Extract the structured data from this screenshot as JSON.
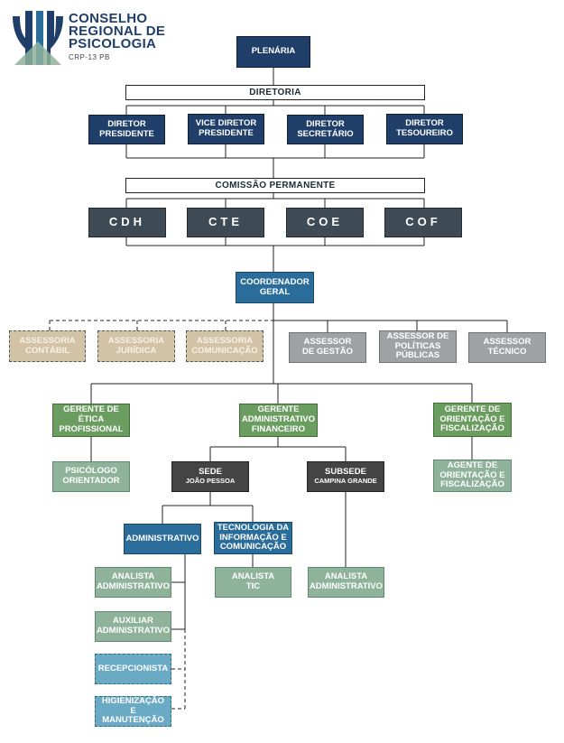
{
  "logo": {
    "line1": "CONSELHO",
    "line2": "REGIONAL DE",
    "line3": "PSICOLOGIA",
    "sub": "CRP-13 PB",
    "colors": {
      "navy": "#1f3f6a",
      "blue": "#2b6d9a",
      "green": "#6c9d60",
      "sage": "#8fb29b"
    }
  },
  "plenaria": "PLENÁRIA",
  "diretoria": {
    "title": "DIRETORIA",
    "items": [
      "DIRETOR\nPRESIDENTE",
      "VICE DIRETOR\nPRESIDENTE",
      "DIRETOR\nSECRETÁRIO",
      "DIRETOR\nTESOUREIRO"
    ]
  },
  "comissao": {
    "title": "COMISSÃO PERMANENTE",
    "items": [
      "CDH",
      "CTE",
      "COE",
      "COF"
    ]
  },
  "coordenador": "COORDENADOR\nGERAL",
  "assessorias_externas": [
    "ASSESSORIA\nCONTÁBIL",
    "ASSESSORIA\nJURÍDICA",
    "ASSESSORIA\nCOMUNICAÇÃO"
  ],
  "assessores": [
    "ASSESSOR\nDE GESTÃO",
    "ASSESSOR DE\nPOLÍTICAS\nPÚBLICAS",
    "ASSESSOR\nTÉCNICO"
  ],
  "gerentes": {
    "etica": "GERENTE DE\nÉTICA\nPROFISSIONAL",
    "adm": "GERENTE\nADMINISTRATIVO\nFINANCEIRO",
    "orientacao": "GERENTE DE\nORIENTAÇÃO E\nFISCALIZAÇÃO"
  },
  "psicologo": "PSICÓLOGO\nORIENTADOR",
  "agente": "AGENTE DE\nORIENTAÇÃO E\nFISCALIZAÇÃO",
  "sede": {
    "title": "SEDE",
    "sub": "JOÃO PESSOA"
  },
  "subsede": {
    "title": "SUBSEDE",
    "sub": "CAMPINA GRANDE"
  },
  "administrativo": "ADMINISTRATIVO",
  "ti": "TECNOLOGIA DA\nINFORMAÇÃO E\nCOMUNICAÇÃO",
  "analista_adm": "ANALISTA\nADMINISTRATIVO",
  "auxiliar_adm": "AUXILIAR\nADMINISTRATIVO",
  "recepcionista": "RECEPCIONISTA",
  "higienizacao": "HIGIENIZAÇÃO\nE\nMANUTENÇÃO",
  "analista_tic": "ANALISTA\nTIC",
  "analista_adm_sub": "ANALISTA\nADMINISTRATIVO"
}
